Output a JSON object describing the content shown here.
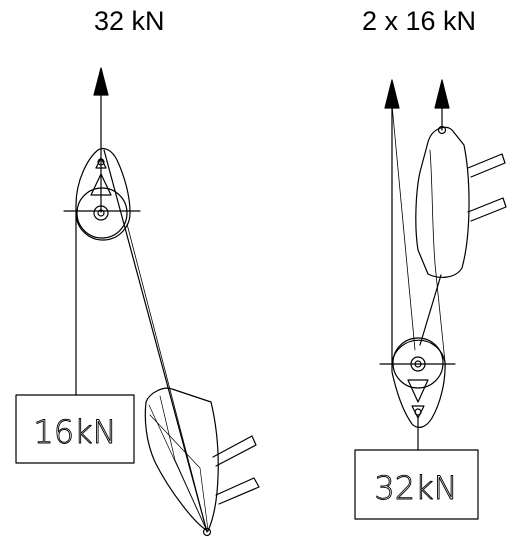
{
  "left_diagram": {
    "title": "32 kN",
    "load_label": "16kN"
  },
  "right_diagram": {
    "title": "2 x 16 kN",
    "load_label": "32kN"
  },
  "colors": {
    "line": "#000000",
    "background": "#ffffff"
  }
}
